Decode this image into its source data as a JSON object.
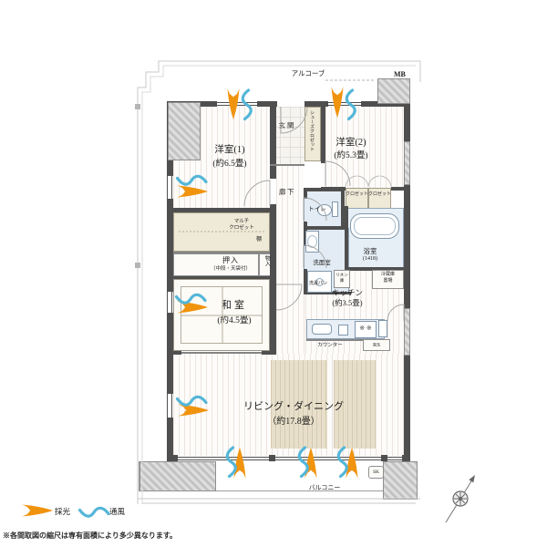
{
  "legend": {
    "daylight": "採光",
    "ventilation": "通風"
  },
  "footnote": "※各間取図の縮尺は専有面積により多少異なります。",
  "colors": {
    "daylight_arrow": "#F0930E",
    "ventilation_wave": "#54B6D8",
    "wall": "#4F4F4F",
    "closet_beige": "#EFE9D7",
    "water_blue": "#E3ECF4",
    "rug_beige": "#E7DFC9"
  },
  "rooms": {
    "western1_name": "洋室(1)",
    "western1_size": "(約6.5畳)",
    "western2_name": "洋室(2)",
    "western2_size": "(約5.3畳)",
    "washitsu_name": "和室",
    "washitsu_size": "(約4.5畳)",
    "living_name": "リビング・ダイニング",
    "living_size": "（約17.8畳）",
    "kitchen_name": "キッチン",
    "kitchen_size": "(約3.5畳)"
  },
  "labels": {
    "alcove": "アルコーブ",
    "meter_box": "MB",
    "entrance": "玄関",
    "shoe_closet": "シューズクロゼット",
    "hallway": "廊下",
    "toilet": "トイレ",
    "closet_a": "クロゼット",
    "closet_b": "クロゼット",
    "bath": "浴室",
    "bath_size": "(1418)",
    "washroom": "洗面室",
    "laundry_pan": "洗濯パン",
    "linen_line1": "リネン",
    "linen_line2": "庫",
    "fridge_line1": "冷蔵庫",
    "fridge_line2": "置場",
    "counter": "カウンター",
    "rs": "RS",
    "stove_marks": "※ ※",
    "multi_line1": "マルチ",
    "multi_line2": "クロゼット",
    "oshiire": "押入",
    "oshiire_note": "（中段・天袋付）",
    "monoire": "物入",
    "shelf": "棚",
    "balcony": "バルコニー",
    "sk": "SK"
  }
}
